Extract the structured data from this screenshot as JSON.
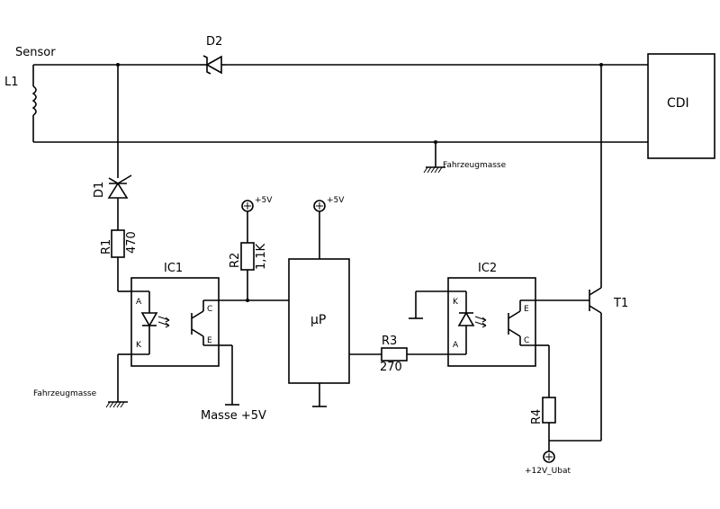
{
  "labels": {
    "sensor": "Sensor",
    "l1": "L1",
    "d2": "D2",
    "cdi": "CDI",
    "fahrzeugmasse_top": "Fahrzeugmasse",
    "fahrzeugmasse_left": "Fahrzeugmasse",
    "d1": "D1",
    "r1": "R1",
    "r1_value": "470",
    "ic1": "IC1",
    "r2": "R2",
    "r2_value": "1,1K",
    "plus5v_r2": "+5V",
    "plus5v_up": "+5V",
    "up": "µP",
    "masse_5v": "Masse +5V",
    "r3": "R3",
    "r3_value": "270",
    "ic2": "IC2",
    "t1": "T1",
    "r4": "R4",
    "ubat": "+12V_Ubat"
  },
  "ic1_pins": {
    "a": "A",
    "k": "K",
    "c": "C",
    "e": "E"
  },
  "ic2_pins": {
    "k": "K",
    "a": "A",
    "e": "E",
    "c": "C"
  },
  "colors": {
    "wire": "#000000",
    "background": "#ffffff"
  }
}
